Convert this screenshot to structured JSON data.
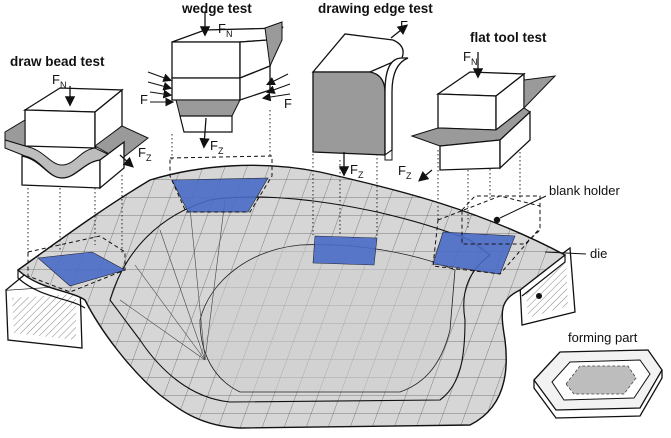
{
  "tests": {
    "draw_bead": {
      "title": "draw bead test",
      "fn": "F",
      "fn_sub": "N",
      "fz": "F",
      "fz_sub": "Z"
    },
    "wedge": {
      "title": "wedge test",
      "fn": "F",
      "fn_sub": "N",
      "f_left": "F",
      "f_right": "F",
      "fz": "F",
      "fz_sub": "Z"
    },
    "drawing_edge": {
      "title": "drawing edge test",
      "f": "F",
      "fz": "F",
      "fz_sub": "Z"
    },
    "flat_tool": {
      "title": "flat tool test",
      "fn": "F",
      "fn_sub": "N",
      "fz": "F",
      "fz_sub": "Z"
    }
  },
  "labels": {
    "blank_holder": "blank holder",
    "die": "die",
    "forming_part": "forming part"
  },
  "colors": {
    "highlight": "#4a6cc7",
    "sheet": "#d4d4d4",
    "tool": "#9a9a9a",
    "outline": "#111111"
  }
}
